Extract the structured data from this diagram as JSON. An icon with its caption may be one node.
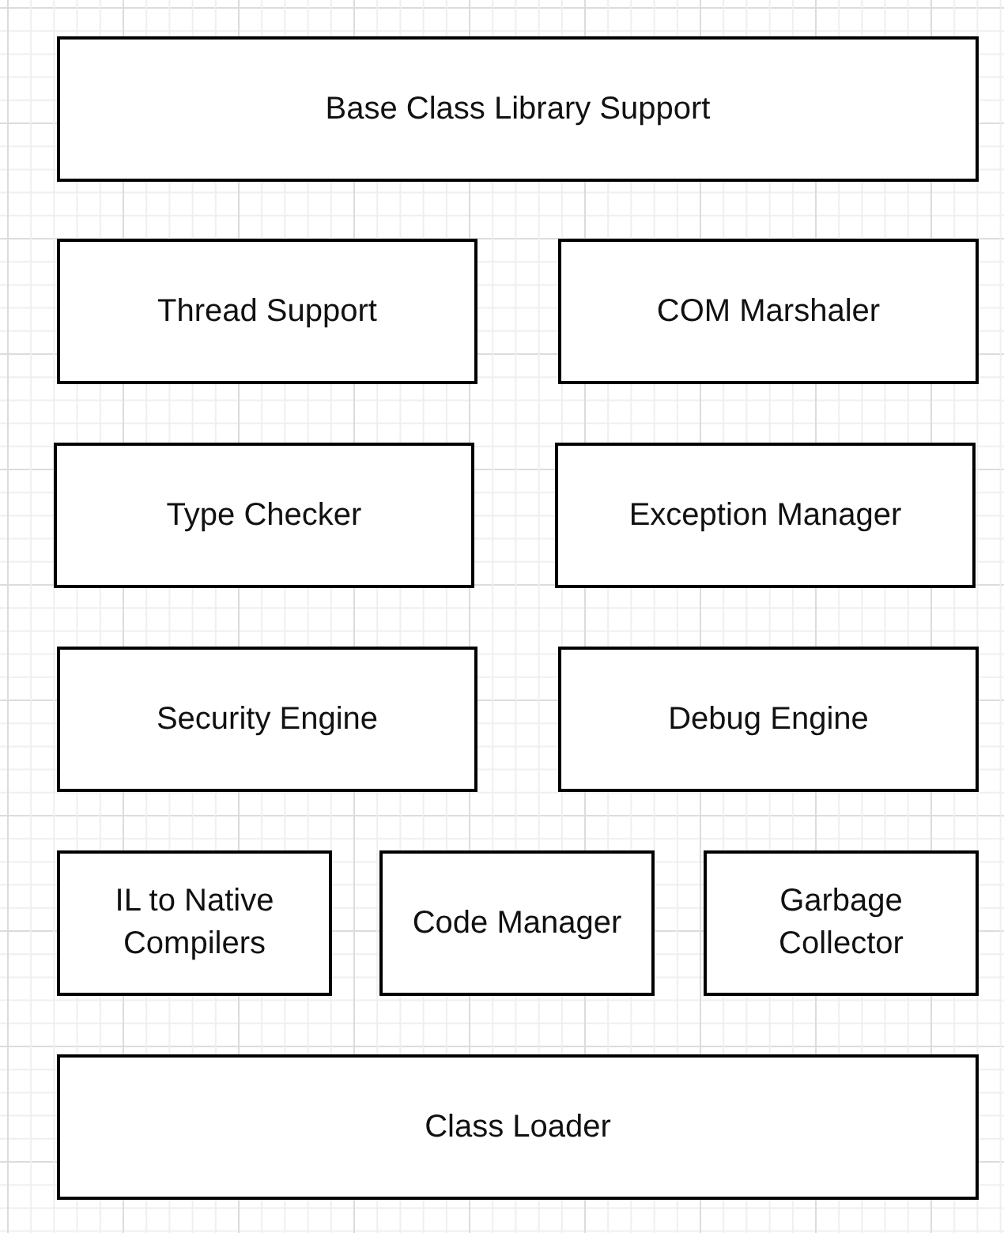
{
  "diagram": {
    "nodes": [
      {
        "text": [
          "Base Class Library Support"
        ]
      },
      {
        "text": [
          "Thread Support"
        ]
      },
      {
        "text": [
          "COM Marshaler"
        ]
      },
      {
        "text": [
          "Type Checker"
        ]
      },
      {
        "text": [
          "Exception Manager"
        ]
      },
      {
        "text": [
          "Security Engine"
        ]
      },
      {
        "text": [
          "Debug Engine"
        ]
      },
      {
        "text": [
          "IL to Native Compilers"
        ]
      },
      {
        "text": [
          "Code Manager"
        ]
      },
      {
        "text": [
          "Garbage Collector"
        ]
      },
      {
        "text": [
          "Class Loader"
        ]
      }
    ]
  }
}
